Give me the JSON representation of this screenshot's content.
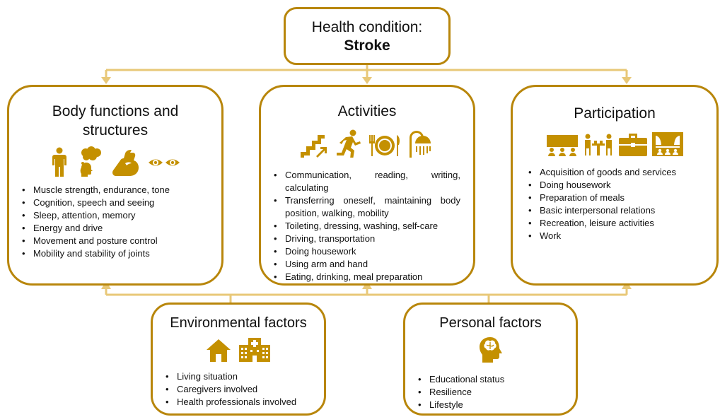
{
  "palette": {
    "accent": "#b8860b",
    "connector": "#e8c878",
    "icon": "#c49000"
  },
  "health": {
    "label": "Health condition:",
    "value": "Stroke"
  },
  "body_functions": {
    "title_line1": "Body functions and",
    "title_line2": "structures",
    "icons": [
      "person-icon",
      "thought-bubble-head-icon",
      "flexed-arm-icon",
      "eyes-icon"
    ],
    "items": [
      "Muscle strength, endurance, tone",
      "Cognition, speech and seeing",
      "Sleep, attention, memory",
      "Energy and drive",
      "Movement and posture control",
      "Mobility and stability of joints"
    ]
  },
  "activities": {
    "title": "Activities",
    "icons": [
      "stairs-icon",
      "running-person-icon",
      "plate-cutlery-icon",
      "shower-icon"
    ],
    "items": [
      "Communication, reading, writing, calculating",
      "Transferring oneself, maintaining body position, walking, mobility",
      "Toileting, dressing, washing, self-care",
      "Driving, transportation",
      "Doing housework",
      "Using arm and hand",
      "Eating, drinking, meal preparation"
    ]
  },
  "participation": {
    "title": "Participation",
    "icons": [
      "presentation-audience-icon",
      "meeting-table-icon",
      "briefcase-icon",
      "theater-stage-icon"
    ],
    "items": [
      "Acquisition of goods and services",
      "Doing housework",
      "Preparation of meals",
      "Basic interpersonal relations",
      "Recreation, leisure activities",
      "Work"
    ]
  },
  "environmental": {
    "title": "Environmental factors",
    "icons": [
      "house-icon",
      "hospital-icon"
    ],
    "items": [
      "Living situation",
      "Caregivers involved",
      "Health professionals involved"
    ]
  },
  "personal": {
    "title": "Personal factors",
    "icons": [
      "head-brain-icon"
    ],
    "items": [
      "Educational status",
      "Resilience",
      "Lifestyle"
    ]
  }
}
